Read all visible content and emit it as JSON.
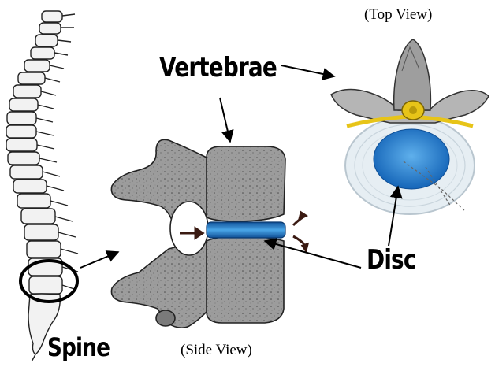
{
  "labels": {
    "vertebrae": "Vertebrae",
    "disc": "Disc",
    "spine": "Spine",
    "top_view": "(Top View)",
    "side_view": "(Side View)"
  },
  "colors": {
    "bone_fill": "#9a9a9a",
    "bone_light": "#cfcfcf",
    "bone_outline": "#2a2a2a",
    "disc_blue": "#1b77c9",
    "disc_blue_light": "#5fb0ec",
    "nerve_yellow": "#e7c418",
    "annulus": "#e6eef3"
  },
  "icons": [
    "arrow-icon",
    "circle-highlight-icon"
  ]
}
